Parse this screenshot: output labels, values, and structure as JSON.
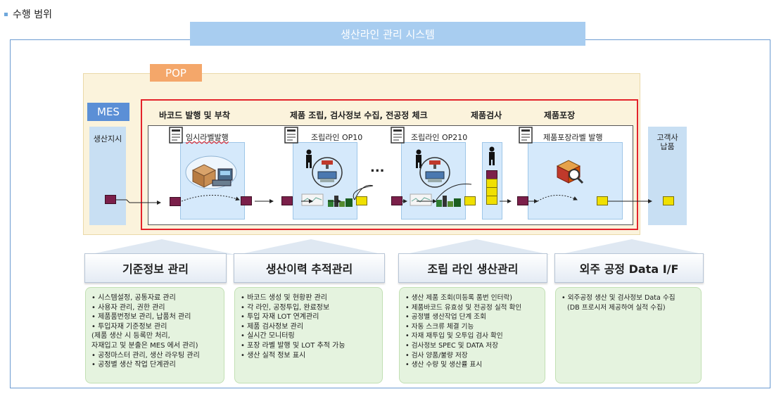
{
  "section_title": "수행 범위",
  "system_title": "생산라인 관리 시스템",
  "pop_label": "POP",
  "mes_label": "MES",
  "left_column": "생산지시",
  "right_column": [
    "고객사",
    "납품"
  ],
  "stages": {
    "barcode": "바코드 발행 및 부착",
    "assembly": "제품 조립, 검사정보 수집, 전공정 체크",
    "inspection": "제품검사",
    "packing": "제품포장"
  },
  "steps": {
    "temp_label": "임시라벨발행",
    "op10": "조립라인 OP10",
    "op210": "조립라인 OP210",
    "pack_label": "제품포장라벨 발행"
  },
  "ellipsis": "...",
  "modules": [
    {
      "title": "기준정보 관리",
      "items": [
        "• 시스템설정, 공통자료 관리",
        "• 사용자 관리, 권한 관리",
        "• 제품품번정보 관리, 납품처 관리",
        "• 투입자재 기준정보 관리",
        "(제품 생산 시 등록만 처리,",
        "자재입고 및 분출은 MES 에서 관리)",
        "• 공정마스터 관리, 생산 라우팅 관리",
        "• 공정별 생산 작업 단계관리"
      ]
    },
    {
      "title": "생산이력 추적관리",
      "items": [
        "• 바코드 생성 및 현황판 관리",
        "• 각 라인, 공정투입, 완료정보",
        "• 투입 자재 LOT 연계관리",
        "• 제품 검사정보 관리",
        "• 실시간 모니터링",
        "• 포장 라벨 발행 및 LOT 추적 가능",
        "• 생산 실적 정보 표시"
      ]
    },
    {
      "title": "조립 라인 생산관리",
      "items": [
        "• 생산 제품 조회(미등록 품번 인터락)",
        "• 제품바코드 유효성 및 전공정 실적 확인",
        "• 공정별 생산작업 단계 조회",
        "• 자동 스크류 체결 기능",
        "• 자재 재투입 및 오투입 검사 확인",
        "• 검사정보 SPEC 및 DATA 저장",
        "• 검사 양품/불량 저장",
        "• 생산 수량 및 생산률 표시"
      ]
    },
    {
      "title": "외주 공정 Data I/F",
      "items": [
        "• 외주공정 생산 및 검사정보 Data 수집",
        "(DB 프로시저 제공하여 실적 수집)"
      ]
    }
  ],
  "colors": {
    "pop": "#f4a76a",
    "mes": "#5b8fd6",
    "highlight_frame": "#e3232a",
    "banner": "#a8cdf0",
    "list_bg": "#e5f3df"
  }
}
